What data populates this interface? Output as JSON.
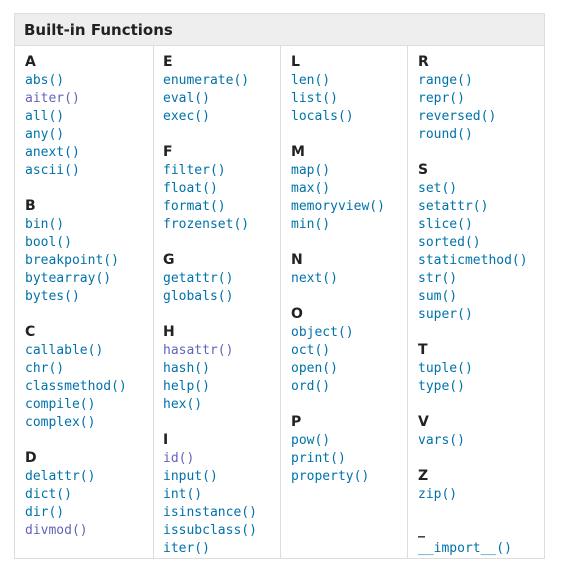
{
  "title": "Built-in Functions",
  "colors": {
    "link": "#0072aa",
    "visited_link": "#6363bb",
    "header_bg": "#eeeeee",
    "border": "#dddddd"
  },
  "columns": [
    {
      "groups": [
        {
          "letter": "A",
          "functions": [
            {
              "name": "abs()",
              "visited": false
            },
            {
              "name": "aiter()",
              "visited": true
            },
            {
              "name": "all()",
              "visited": false
            },
            {
              "name": "any()",
              "visited": false
            },
            {
              "name": "anext()",
              "visited": false
            },
            {
              "name": "ascii()",
              "visited": false
            }
          ]
        },
        {
          "letter": "B",
          "functions": [
            {
              "name": "bin()",
              "visited": false
            },
            {
              "name": "bool()",
              "visited": false
            },
            {
              "name": "breakpoint()",
              "visited": false
            },
            {
              "name": "bytearray()",
              "visited": false
            },
            {
              "name": "bytes()",
              "visited": false
            }
          ]
        },
        {
          "letter": "C",
          "functions": [
            {
              "name": "callable()",
              "visited": false
            },
            {
              "name": "chr()",
              "visited": false
            },
            {
              "name": "classmethod()",
              "visited": false
            },
            {
              "name": "compile()",
              "visited": false
            },
            {
              "name": "complex()",
              "visited": false
            }
          ]
        },
        {
          "letter": "D",
          "functions": [
            {
              "name": "delattr()",
              "visited": false
            },
            {
              "name": "dict()",
              "visited": false
            },
            {
              "name": "dir()",
              "visited": false
            },
            {
              "name": "divmod()",
              "visited": true
            }
          ]
        }
      ]
    },
    {
      "groups": [
        {
          "letter": "E",
          "functions": [
            {
              "name": "enumerate()",
              "visited": false
            },
            {
              "name": "eval()",
              "visited": false
            },
            {
              "name": "exec()",
              "visited": false
            }
          ]
        },
        {
          "letter": "F",
          "functions": [
            {
              "name": "filter()",
              "visited": false
            },
            {
              "name": "float()",
              "visited": false
            },
            {
              "name": "format()",
              "visited": false
            },
            {
              "name": "frozenset()",
              "visited": false
            }
          ]
        },
        {
          "letter": "G",
          "functions": [
            {
              "name": "getattr()",
              "visited": false
            },
            {
              "name": "globals()",
              "visited": false
            }
          ]
        },
        {
          "letter": "H",
          "functions": [
            {
              "name": "hasattr()",
              "visited": true
            },
            {
              "name": "hash()",
              "visited": false
            },
            {
              "name": "help()",
              "visited": false
            },
            {
              "name": "hex()",
              "visited": false
            }
          ]
        },
        {
          "letter": "I",
          "functions": [
            {
              "name": "id()",
              "visited": true
            },
            {
              "name": "input()",
              "visited": false
            },
            {
              "name": "int()",
              "visited": false
            },
            {
              "name": "isinstance()",
              "visited": false
            },
            {
              "name": "issubclass()",
              "visited": false
            },
            {
              "name": "iter()",
              "visited": false
            }
          ]
        }
      ]
    },
    {
      "groups": [
        {
          "letter": "L",
          "functions": [
            {
              "name": "len()",
              "visited": false
            },
            {
              "name": "list()",
              "visited": false
            },
            {
              "name": "locals()",
              "visited": false
            }
          ]
        },
        {
          "letter": "M",
          "functions": [
            {
              "name": "map()",
              "visited": false
            },
            {
              "name": "max()",
              "visited": false
            },
            {
              "name": "memoryview()",
              "visited": false
            },
            {
              "name": "min()",
              "visited": false
            }
          ]
        },
        {
          "letter": "N",
          "functions": [
            {
              "name": "next()",
              "visited": false
            }
          ]
        },
        {
          "letter": "O",
          "functions": [
            {
              "name": "object()",
              "visited": false
            },
            {
              "name": "oct()",
              "visited": false
            },
            {
              "name": "open()",
              "visited": false
            },
            {
              "name": "ord()",
              "visited": false
            }
          ]
        },
        {
          "letter": "P",
          "functions": [
            {
              "name": "pow()",
              "visited": false
            },
            {
              "name": "print()",
              "visited": false
            },
            {
              "name": "property()",
              "visited": false
            }
          ]
        }
      ]
    },
    {
      "groups": [
        {
          "letter": "R",
          "functions": [
            {
              "name": "range()",
              "visited": false
            },
            {
              "name": "repr()",
              "visited": false
            },
            {
              "name": "reversed()",
              "visited": false
            },
            {
              "name": "round()",
              "visited": false
            }
          ]
        },
        {
          "letter": "S",
          "functions": [
            {
              "name": "set()",
              "visited": false
            },
            {
              "name": "setattr()",
              "visited": false
            },
            {
              "name": "slice()",
              "visited": false
            },
            {
              "name": "sorted()",
              "visited": false
            },
            {
              "name": "staticmethod()",
              "visited": false
            },
            {
              "name": "str()",
              "visited": false
            },
            {
              "name": "sum()",
              "visited": false
            },
            {
              "name": "super()",
              "visited": false
            }
          ]
        },
        {
          "letter": "T",
          "functions": [
            {
              "name": "tuple()",
              "visited": false
            },
            {
              "name": "type()",
              "visited": false
            }
          ]
        },
        {
          "letter": "V",
          "functions": [
            {
              "name": "vars()",
              "visited": false
            }
          ]
        },
        {
          "letter": "Z",
          "functions": [
            {
              "name": "zip()",
              "visited": false
            }
          ]
        },
        {
          "letter": "_",
          "functions": [
            {
              "name": "__import__()",
              "visited": false
            }
          ]
        }
      ]
    }
  ]
}
